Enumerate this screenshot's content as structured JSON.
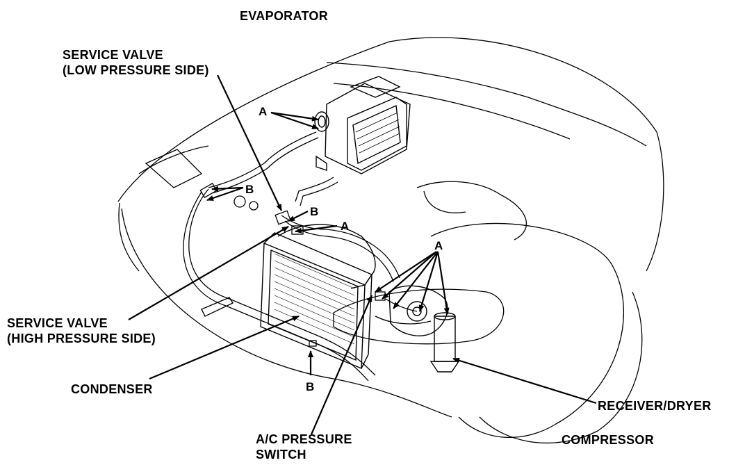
{
  "colors": {
    "ink": "#000000",
    "paper": "#ffffff"
  },
  "labels": {
    "evaporator": "EVAPORATOR",
    "service_valve_low": [
      "SERVICE VALVE",
      "(LOW PRESSURE SIDE)"
    ],
    "service_valve_high": [
      "SERVICE VALVE",
      "(HIGH PRESSURE SIDE)"
    ],
    "condenser": "CONDENSER",
    "receiver_dryer": "RECEIVER/DRYER",
    "compressor": "COMPRESSOR",
    "ac_pressure_switch": [
      "A/C PRESSURE",
      "SWITCH"
    ]
  },
  "markers": {
    "a": "A",
    "b": "B"
  }
}
